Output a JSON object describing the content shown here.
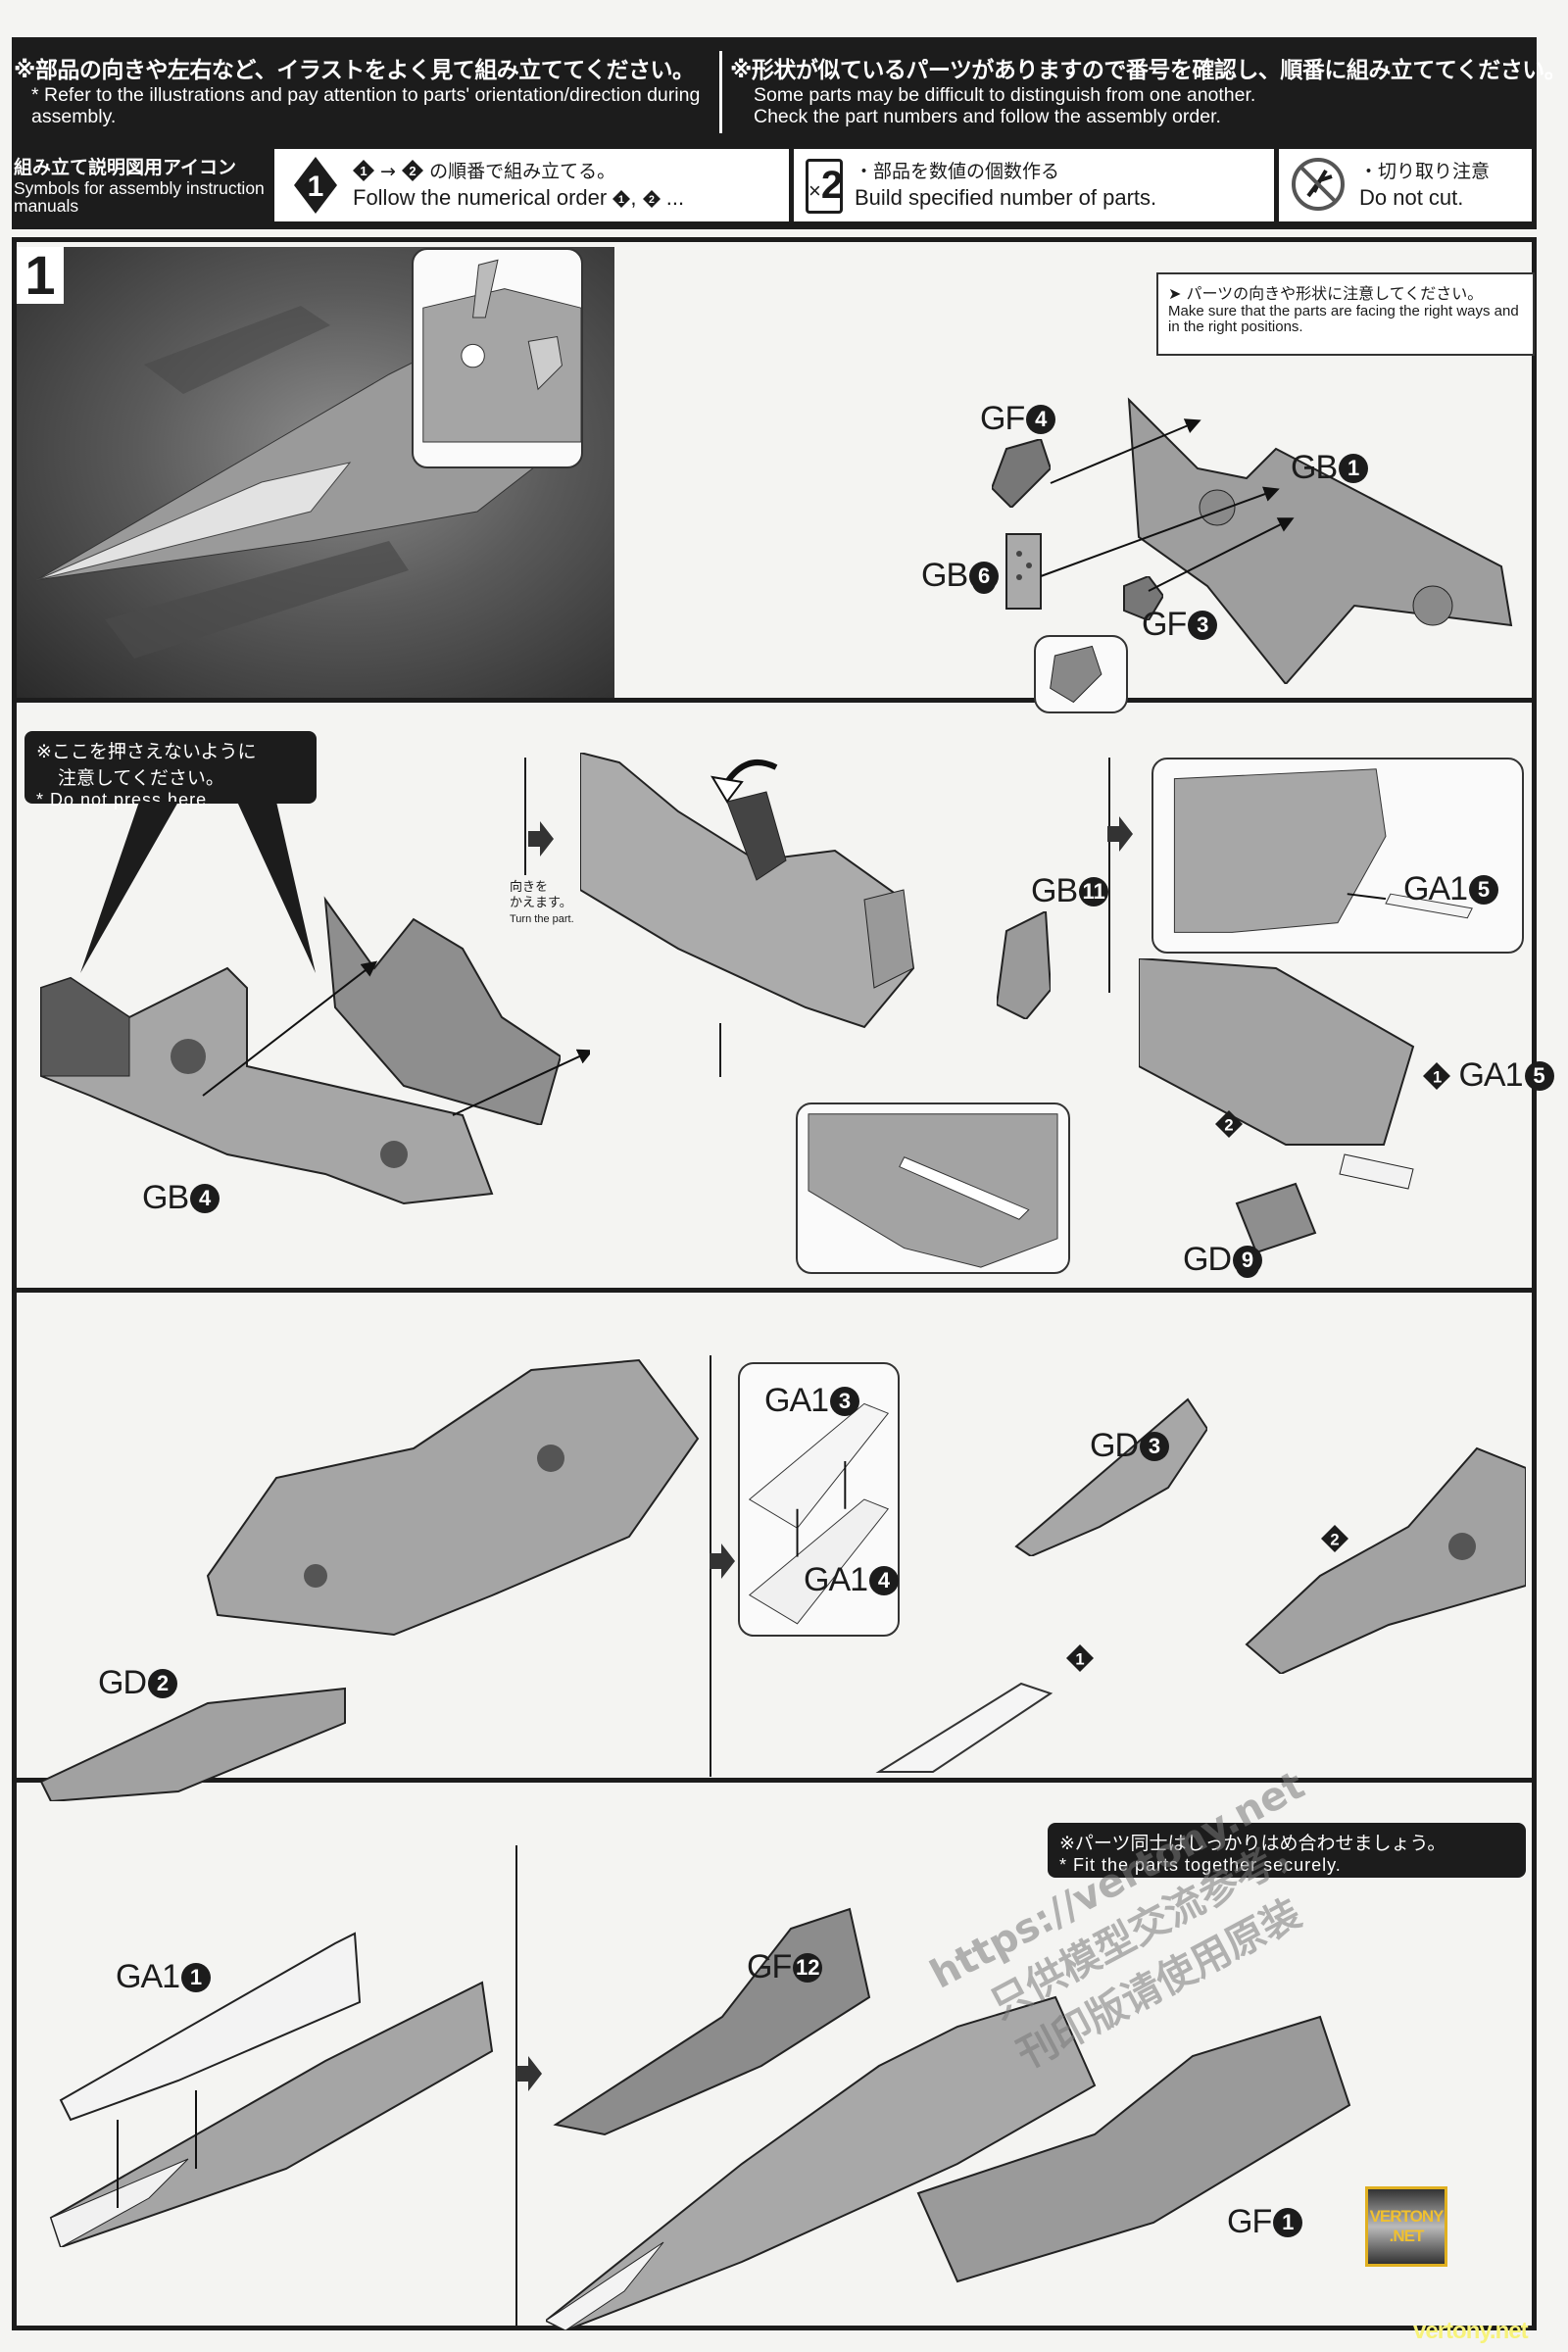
{
  "header": {
    "left_jp": "※部品の向きや左右など、イラストをよく見て組み立ててください。",
    "left_en": "* Refer to the illustrations and pay attention to parts' orientation/direction during assembly.",
    "right_jp": "※形状が似ているパーツがありますので番号を確認し、順番に組み立ててください。",
    "right_en_1": "Some parts may be difficult to distinguish from one another.",
    "right_en_2": "Check the part numbers and follow the assembly order."
  },
  "symbols": {
    "title_jp": "組み立て説明図用アイコン",
    "title_en": "Symbols for assembly instruction manuals",
    "order": {
      "icon": "diamond-number-icon",
      "icon_number": "1",
      "jp": "の順番で組み立てる。",
      "en": "Follow the numerical order",
      "en_suffix": "...",
      "seq": [
        "1",
        "2"
      ]
    },
    "multiply": {
      "icon": "x2-icon",
      "x": "×",
      "n": "2",
      "jp": "・部品を数値の個数作る",
      "en": "Build specified number of parts."
    },
    "nocut": {
      "icon": "no-cut-icon",
      "jp": "・切り取り注意",
      "en": "Do not cut."
    }
  },
  "step": {
    "number": "1"
  },
  "panel1": {
    "note_jp": "パーツの向きや形状に注意してください。",
    "note_en": "Make sure that the parts are facing the right ways and in the right positions.",
    "labels": [
      {
        "code": "GF",
        "num": "4"
      },
      {
        "code": "GB",
        "num": "1"
      },
      {
        "code": "GB",
        "num": "6",
        "underline": true
      },
      {
        "code": "GF",
        "num": "3"
      }
    ]
  },
  "panel2": {
    "warning_jp_1": "※ここを押さえないように",
    "warning_jp_2": "注意してください。",
    "warning_en": "* Do not press here.",
    "turn_jp_1": "向きを",
    "turn_jp_2": "かえます。",
    "turn_en": "Turn the part.",
    "labels": [
      {
        "code": "GB",
        "num": "4"
      },
      {
        "code": "GB",
        "num": "11"
      },
      {
        "code": "GA1",
        "num": "5"
      },
      {
        "code": "GA1",
        "num": "5"
      },
      {
        "code": "GD",
        "num": "9",
        "underline": true
      }
    ],
    "order_marks": [
      "1",
      "2"
    ]
  },
  "panel3": {
    "labels": [
      {
        "code": "GD",
        "num": "2"
      },
      {
        "code": "GA1",
        "num": "3"
      },
      {
        "code": "GA1",
        "num": "4"
      },
      {
        "code": "GD",
        "num": "3"
      }
    ],
    "order_marks": [
      "1",
      "2"
    ]
  },
  "panel4": {
    "note_jp": "※パーツ同士はしっかりはめ合わせましょう。",
    "note_en": "* Fit the parts together securely.",
    "labels": [
      {
        "code": "GA1",
        "num": "1"
      },
      {
        "code": "GF",
        "num": "12"
      },
      {
        "code": "GF",
        "num": "1"
      }
    ]
  },
  "watermark": {
    "line1": "https://vertony.net",
    "line2": "只供模型交流参考，",
    "line3": "刊印版请使用原装"
  },
  "logo": {
    "line1": "VERTONY",
    "line2": ".NET"
  },
  "corner_mark": "vertony.net"
}
